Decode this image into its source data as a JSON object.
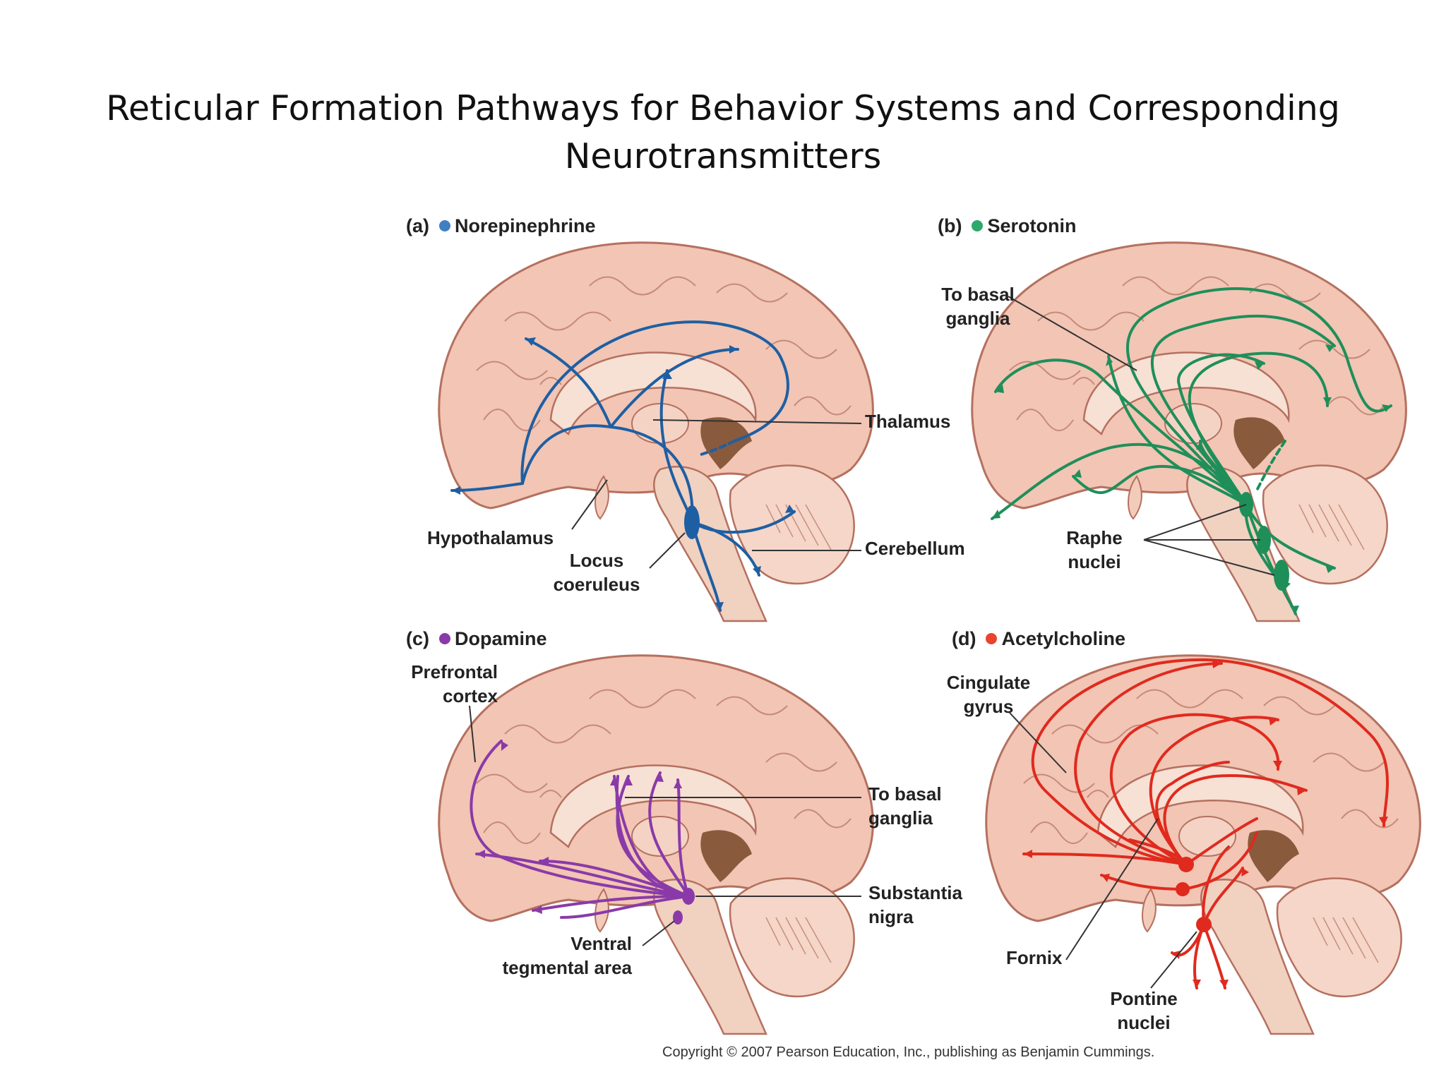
{
  "title_line1": "Reticular Formation Pathways  for Behavior Systems and Corresponding",
  "title_line2": "Neurotransmitters",
  "colors": {
    "norepinephrine": "#1e5fa3",
    "serotonin": "#1f8f5a",
    "dopamine": "#8a3aa8",
    "acetylcholine": "#e02a1e",
    "brain": "#f2c5b4",
    "brain_outline": "#b5705f",
    "brainstem": "#8a5a3c"
  },
  "panels": {
    "a": {
      "letter": "(a)",
      "name": "Norepinephrine",
      "labels": {
        "thalamus": "Thalamus",
        "hypothalamus": "Hypothalamus",
        "locus": "Locus\ncoeruleus",
        "cerebellum": "Cerebellum"
      }
    },
    "b": {
      "letter": "(b)",
      "name": "Serotonin",
      "labels": {
        "basal": "To basal\nganglia",
        "raphe": "Raphe\nnuclei"
      }
    },
    "c": {
      "letter": "(c)",
      "name": "Dopamine",
      "labels": {
        "prefrontal": "Prefrontal\ncortex",
        "basal": "To basal\nganglia",
        "substantia": "Substantia\nnigra",
        "ventral": "Ventral\ntegmental area"
      }
    },
    "d": {
      "letter": "(d)",
      "name": "Acetylcholine",
      "labels": {
        "cingulate": "Cingulate\ngyrus",
        "fornix": "Fornix",
        "pontine": "Pontine\nnuclei"
      }
    }
  },
  "copyright": "Copyright © 2007 Pearson Education, Inc., publishing as Benjamin Cummings."
}
